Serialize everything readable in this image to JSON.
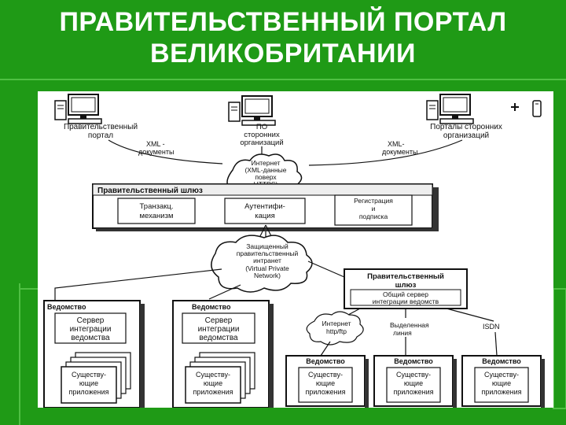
{
  "slide": {
    "title_line1": "ПРАВИТЕЛЬСТВЕННЫЙ ПОРТАЛ",
    "title_line2": "ВЕЛИКОБРИТАНИИ"
  },
  "diagram": {
    "top_nodes": [
      {
        "line1": "Правительственный",
        "line2": "портал"
      },
      {
        "line1": "ПО",
        "line2": "сторонних",
        "line3": "организаций"
      },
      {
        "line1": "Порталы сторонних",
        "line2": "организаций"
      }
    ],
    "xml_left": {
      "line1": "XML -",
      "line2": "документы"
    },
    "xml_right": {
      "line1": "XML-",
      "line2": "документы"
    },
    "internet_cloud": {
      "line1": "Интернет",
      "line2": "(XML-данные",
      "line3": "поверх",
      "line4": "HTTPS)"
    },
    "gateway": {
      "title": "Правительственный шлюз",
      "modules": [
        {
          "line1": "Транзакц.",
          "line2": "механизм"
        },
        {
          "line1": "Аутентифи-",
          "line2": "кация"
        },
        {
          "line1": "Регистрация",
          "line2": "и",
          "line3": "подписка"
        }
      ]
    },
    "intranet_cloud": {
      "line1": "Защищенный",
      "line2": "правительственный",
      "line3": "интранет",
      "line4": "(Virtual Private",
      "line5": "Network)"
    },
    "gateway2": {
      "line1": "Правительственный",
      "line2": "шлюз",
      "sub1": "Общий сервер",
      "sub2": "интеграции ведомств"
    },
    "left_departments": [
      {
        "title": "Ведомство",
        "server1": "Сервер",
        "server2": "интеграции",
        "server3": "ведомства",
        "app1": "Существу-",
        "app2": "ющие",
        "app3": "приложения"
      },
      {
        "title": "Ведомство",
        "server1": "Сервер",
        "server2": "интеграции",
        "server3": "ведомства",
        "app1": "Существу-",
        "app2": "ющие",
        "app3": "приложения"
      }
    ],
    "links": {
      "internet": {
        "line1": "Интернет",
        "line2": "http/ftp"
      },
      "leased": {
        "line1": "Выделенная",
        "line2": "линия"
      },
      "isdn": "ISDN"
    },
    "right_departments": [
      {
        "title": "Ведомство",
        "app1": "Существу-",
        "app2": "ющие",
        "app3": "приложения"
      },
      {
        "title": "Ведомство",
        "app1": "Существу-",
        "app2": "ющие",
        "app3": "приложения"
      },
      {
        "title": "Ведомство",
        "app1": "Существу-",
        "app2": "ющие",
        "app3": "приложения"
      }
    ]
  }
}
